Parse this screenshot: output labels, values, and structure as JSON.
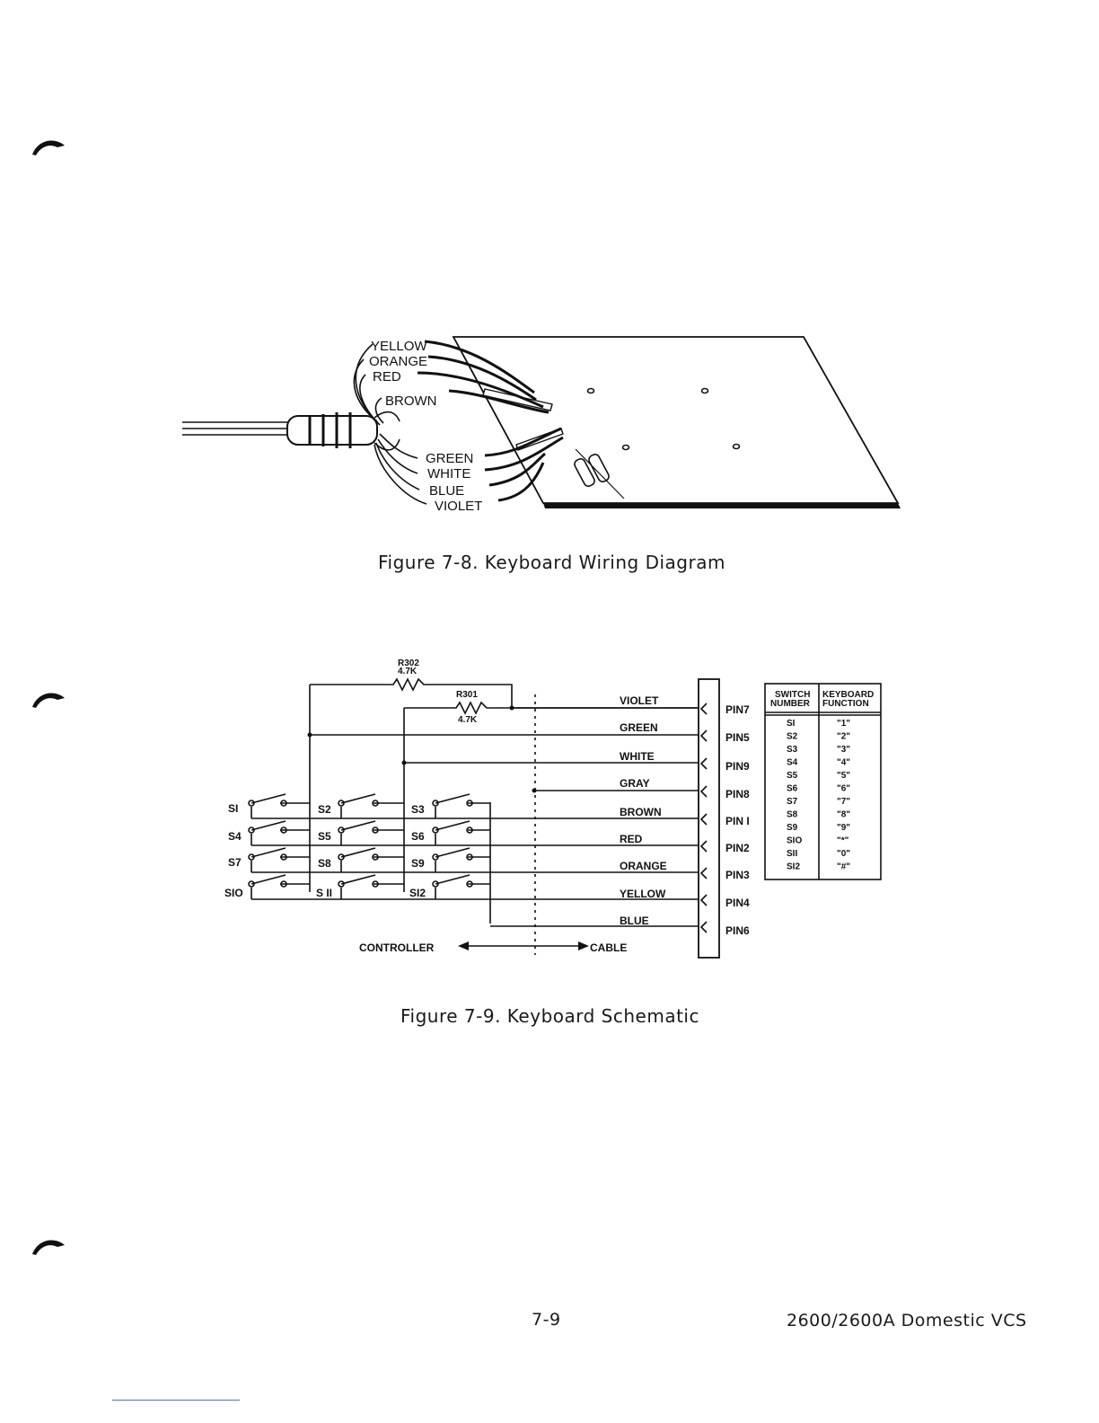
{
  "figure_8": {
    "caption": "Figure 7-8.  Keyboard Wiring Diagram",
    "wire_labels": [
      "YELLOW",
      "ORANGE",
      "RED",
      "BROWN",
      "GREEN",
      "WHITE",
      "BLUE",
      "VIOLET"
    ]
  },
  "figure_9": {
    "caption": "Figure 7-9.  Keyboard Schematic",
    "r302": {
      "name": "R302",
      "value": "4.7K"
    },
    "r301": {
      "name": "R301",
      "value": "4.7K"
    },
    "wires": [
      "VIOLET",
      "GREEN",
      "WHITE",
      "GRAY",
      "BROWN",
      "RED",
      "ORANGE",
      "YELLOW",
      "BLUE"
    ],
    "pins": [
      "PIN7",
      "PIN5",
      "PIN9",
      "PIN8",
      "PIN I",
      "PIN2",
      "PIN3",
      "PIN4",
      "PIN6"
    ],
    "switch_labels": {
      "s1": "SI",
      "s2": "S2",
      "s3": "S3",
      "s4": "S4",
      "s5": "S5",
      "s6": "S6",
      "s7": "S7",
      "s8": "S8",
      "s9": "S9",
      "s10": "SIO",
      "s11": "S II",
      "s12": "SI2"
    },
    "controller_label": "CONTROLLER",
    "cable_label": "CABLE",
    "table": {
      "header_switch_1": "SWITCH",
      "header_switch_2": "NUMBER",
      "header_function_1": "KEYBOARD",
      "header_function_2": "FUNCTION",
      "switch_numbers": [
        "SI",
        "S2",
        "S3",
        "S4",
        "S5",
        "S6",
        "S7",
        "S8",
        "S9",
        "SIO",
        "SII",
        "SI2"
      ],
      "functions": [
        "\"1\"",
        "\"2\"",
        "\"3\"",
        "\"4\"",
        "\"5\"",
        "\"6\"",
        "\"7\"",
        "\"8\"",
        "\"9\"",
        "\"*\"",
        "\"0\"",
        "\"#\""
      ]
    }
  },
  "footer": {
    "page_number": "7-9",
    "doc_title": "2600/2600A Domestic VCS"
  }
}
